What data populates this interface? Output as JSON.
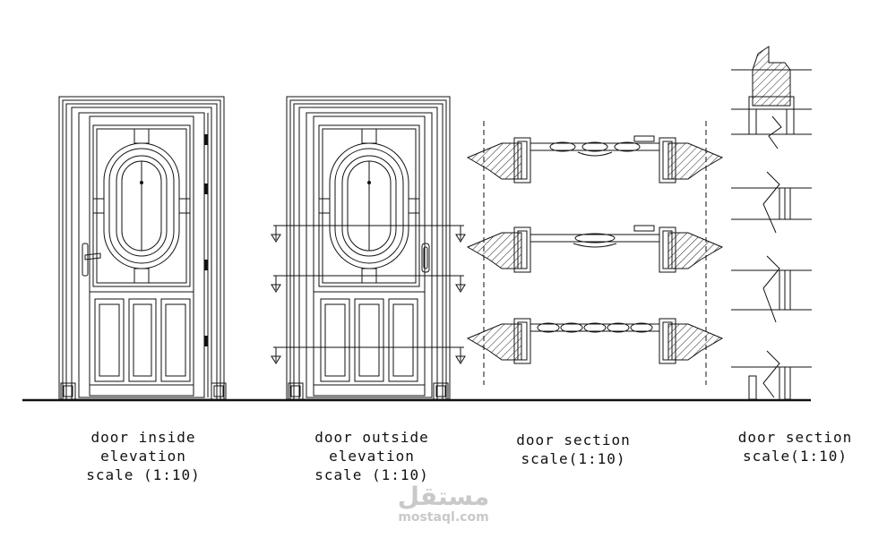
{
  "drawings": [
    {
      "id": "inside",
      "caption": [
        "door inside",
        "elevation",
        "scale (1:10)"
      ]
    },
    {
      "id": "outside",
      "caption": [
        "door outside",
        "elevation",
        "scale (1:10)"
      ]
    },
    {
      "id": "section-plan",
      "caption": [
        "door section",
        "scale(1:10)"
      ]
    },
    {
      "id": "section-vertical",
      "caption": [
        "door section",
        "scale(1:10)"
      ]
    }
  ],
  "watermark": {
    "arabic": "مستقل",
    "latin": "mostaql.com"
  }
}
